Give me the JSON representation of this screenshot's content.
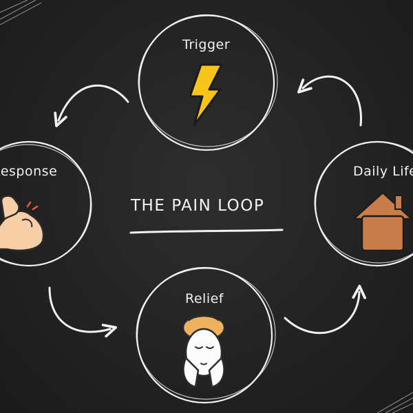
{
  "title": "THE PAIN LOOP",
  "nodes": {
    "trigger": {
      "label": "Trigger",
      "icon": "lightning-bolt-icon"
    },
    "daily_life": {
      "label": "Daily Life",
      "icon": "house-icon"
    },
    "relief": {
      "label": "Relief",
      "icon": "relaxed-face-towel-icon"
    },
    "response": {
      "label": "Response",
      "icon": "flexed-biceps-icon"
    }
  },
  "colors": {
    "background": "#232323",
    "chalk": "#f2f2f2",
    "bolt": "#f7c519",
    "house": "#c97d4a",
    "skin": "#f7cfa6",
    "towel": "#eeb15f"
  }
}
